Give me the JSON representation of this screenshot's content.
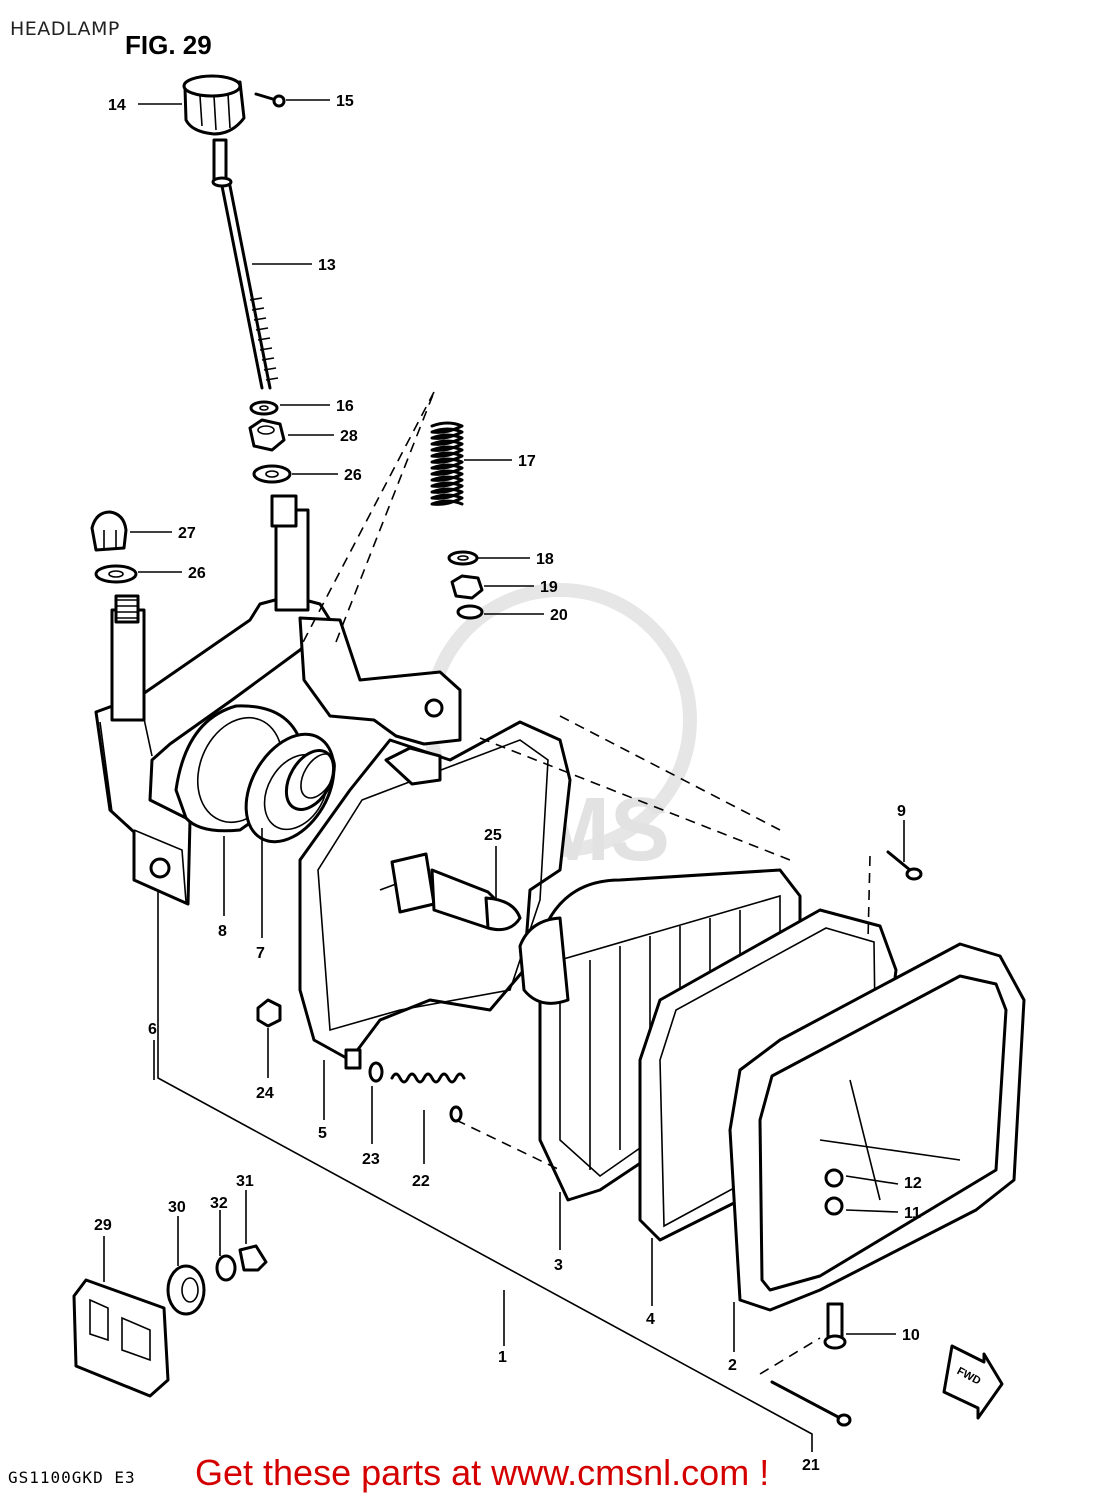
{
  "page": {
    "header_title": "HEADLAMP",
    "figure_label": "FIG. 29",
    "model_code": "GS1100GKD E3",
    "footer_link": "Get these parts at www.cmsnl.com !"
  },
  "watermark": {
    "logo_text": "CMS",
    "url_text": "www.cmsnl.com"
  },
  "fwd_arrow": {
    "label": "FWD"
  },
  "callouts": {
    "c1": "1",
    "c2": "2",
    "c3": "3",
    "c4": "4",
    "c5": "5",
    "c6": "6",
    "c7": "7",
    "c8": "8",
    "c9": "9",
    "c10": "10",
    "c11": "11",
    "c12": "12",
    "c13": "13",
    "c14": "14",
    "c15": "15",
    "c16": "16",
    "c17": "17",
    "c18": "18",
    "c19": "19",
    "c20": "20",
    "c21": "21",
    "c22": "22",
    "c23": "23",
    "c24": "24",
    "c25": "25",
    "c26a": "26",
    "c26b": "26",
    "c27": "27",
    "c28": "28",
    "c29": "29",
    "c30": "30",
    "c31": "31",
    "c32": "32"
  },
  "icons": {
    "fwd": "fwd-arrow-icon"
  }
}
